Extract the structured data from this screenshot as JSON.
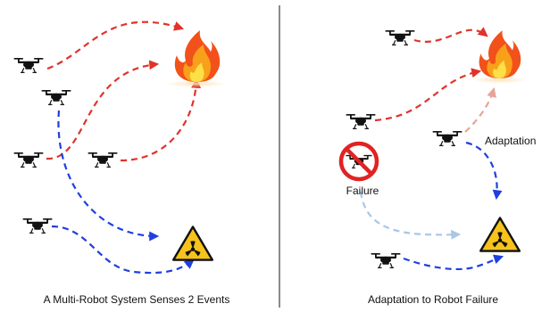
{
  "left_panel": {
    "caption": "A Multi-Robot System Senses 2 Events"
  },
  "right_panel": {
    "caption": "Adaptation to Robot Failure",
    "failure_label": "Failure",
    "adaptation_label": "Adaptation"
  },
  "icons": {
    "drone": "quadcopter-drone-icon",
    "fire": "fire-icon",
    "hazard": "radiation-hazard-sign-icon",
    "prohibited": "prohibited-sign-icon"
  },
  "colors": {
    "fire_path": "#e0332b",
    "hazard_path": "#1f3fe0",
    "faded_fire_path": "#e8a39c",
    "faded_hazard_path": "#a8c8e6",
    "hazard_yellow": "#f6c21c",
    "prohibited_red": "#e02323",
    "divider": "#8a8a8a"
  }
}
